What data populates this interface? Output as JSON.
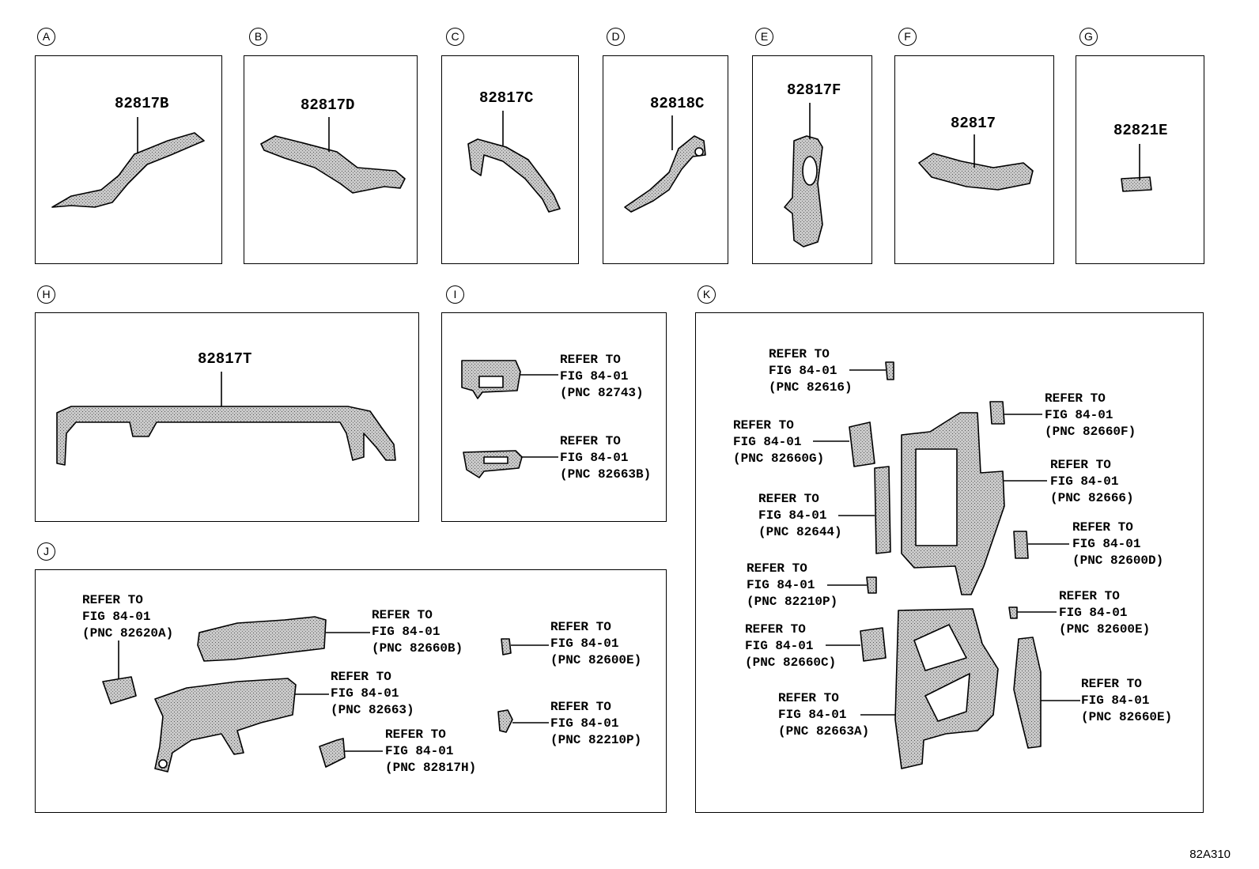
{
  "panels": {
    "A": {
      "letter": "A",
      "part": "82817B"
    },
    "B": {
      "letter": "B",
      "part": "82817D"
    },
    "C": {
      "letter": "C",
      "part": "82817C"
    },
    "D": {
      "letter": "D",
      "part": "82818C"
    },
    "E": {
      "letter": "E",
      "part": "82817F"
    },
    "F": {
      "letter": "F",
      "part": "82817"
    },
    "G": {
      "letter": "G",
      "part": "82821E"
    },
    "H": {
      "letter": "H",
      "part": "82817T"
    },
    "I": {
      "letter": "I"
    },
    "J": {
      "letter": "J"
    },
    "K": {
      "letter": "K"
    }
  },
  "refs": {
    "i1": {
      "l1": "REFER TO",
      "l2": "FIG 84-01",
      "l3": "(PNC 82743)"
    },
    "i2": {
      "l1": "REFER TO",
      "l2": "FIG 84-01",
      "l3": "(PNC 82663B)"
    },
    "j1": {
      "l1": "REFER TO",
      "l2": "FIG 84-01",
      "l3": "(PNC 82620A)"
    },
    "j2": {
      "l1": "REFER TO",
      "l2": "FIG 84-01",
      "l3": "(PNC 82660B)"
    },
    "j3": {
      "l1": "REFER TO",
      "l2": "FIG 84-01",
      "l3": "(PNC 82600E)"
    },
    "j4": {
      "l1": "REFER TO",
      "l2": "FIG 84-01",
      "l3": "(PNC 82663)"
    },
    "j5": {
      "l1": "REFER TO",
      "l2": "FIG 84-01",
      "l3": "(PNC 82210P)"
    },
    "j6": {
      "l1": "REFER TO",
      "l2": "FIG 84-01",
      "l3": "(PNC 82817H)"
    },
    "k1": {
      "l1": "REFER TO",
      "l2": "FIG 84-01",
      "l3": "(PNC 82616)"
    },
    "k2": {
      "l1": "REFER TO",
      "l2": "FIG 84-01",
      "l3": "(PNC 82660F)"
    },
    "k3": {
      "l1": "REFER TO",
      "l2": "FIG 84-01",
      "l3": "(PNC 82660G)"
    },
    "k4": {
      "l1": "REFER TO",
      "l2": "FIG 84-01",
      "l3": "(PNC 82666)"
    },
    "k5": {
      "l1": "REFER TO",
      "l2": "FIG 84-01",
      "l3": "(PNC 82644)"
    },
    "k6": {
      "l1": "REFER TO",
      "l2": "FIG 84-01",
      "l3": "(PNC 82600D)"
    },
    "k7": {
      "l1": "REFER TO",
      "l2": "FIG 84-01",
      "l3": "(PNC 82210P)"
    },
    "k8": {
      "l1": "REFER TO",
      "l2": "FIG 84-01",
      "l3": "(PNC 82600E)"
    },
    "k9": {
      "l1": "REFER TO",
      "l2": "FIG 84-01",
      "l3": "(PNC 82660C)"
    },
    "k10": {
      "l1": "REFER TO",
      "l2": "FIG 84-01",
      "l3": "(PNC 82660E)"
    },
    "k11": {
      "l1": "REFER TO",
      "l2": "FIG 84-01",
      "l3": "(PNC 82663A)"
    }
  },
  "diagram_code": "82A310"
}
